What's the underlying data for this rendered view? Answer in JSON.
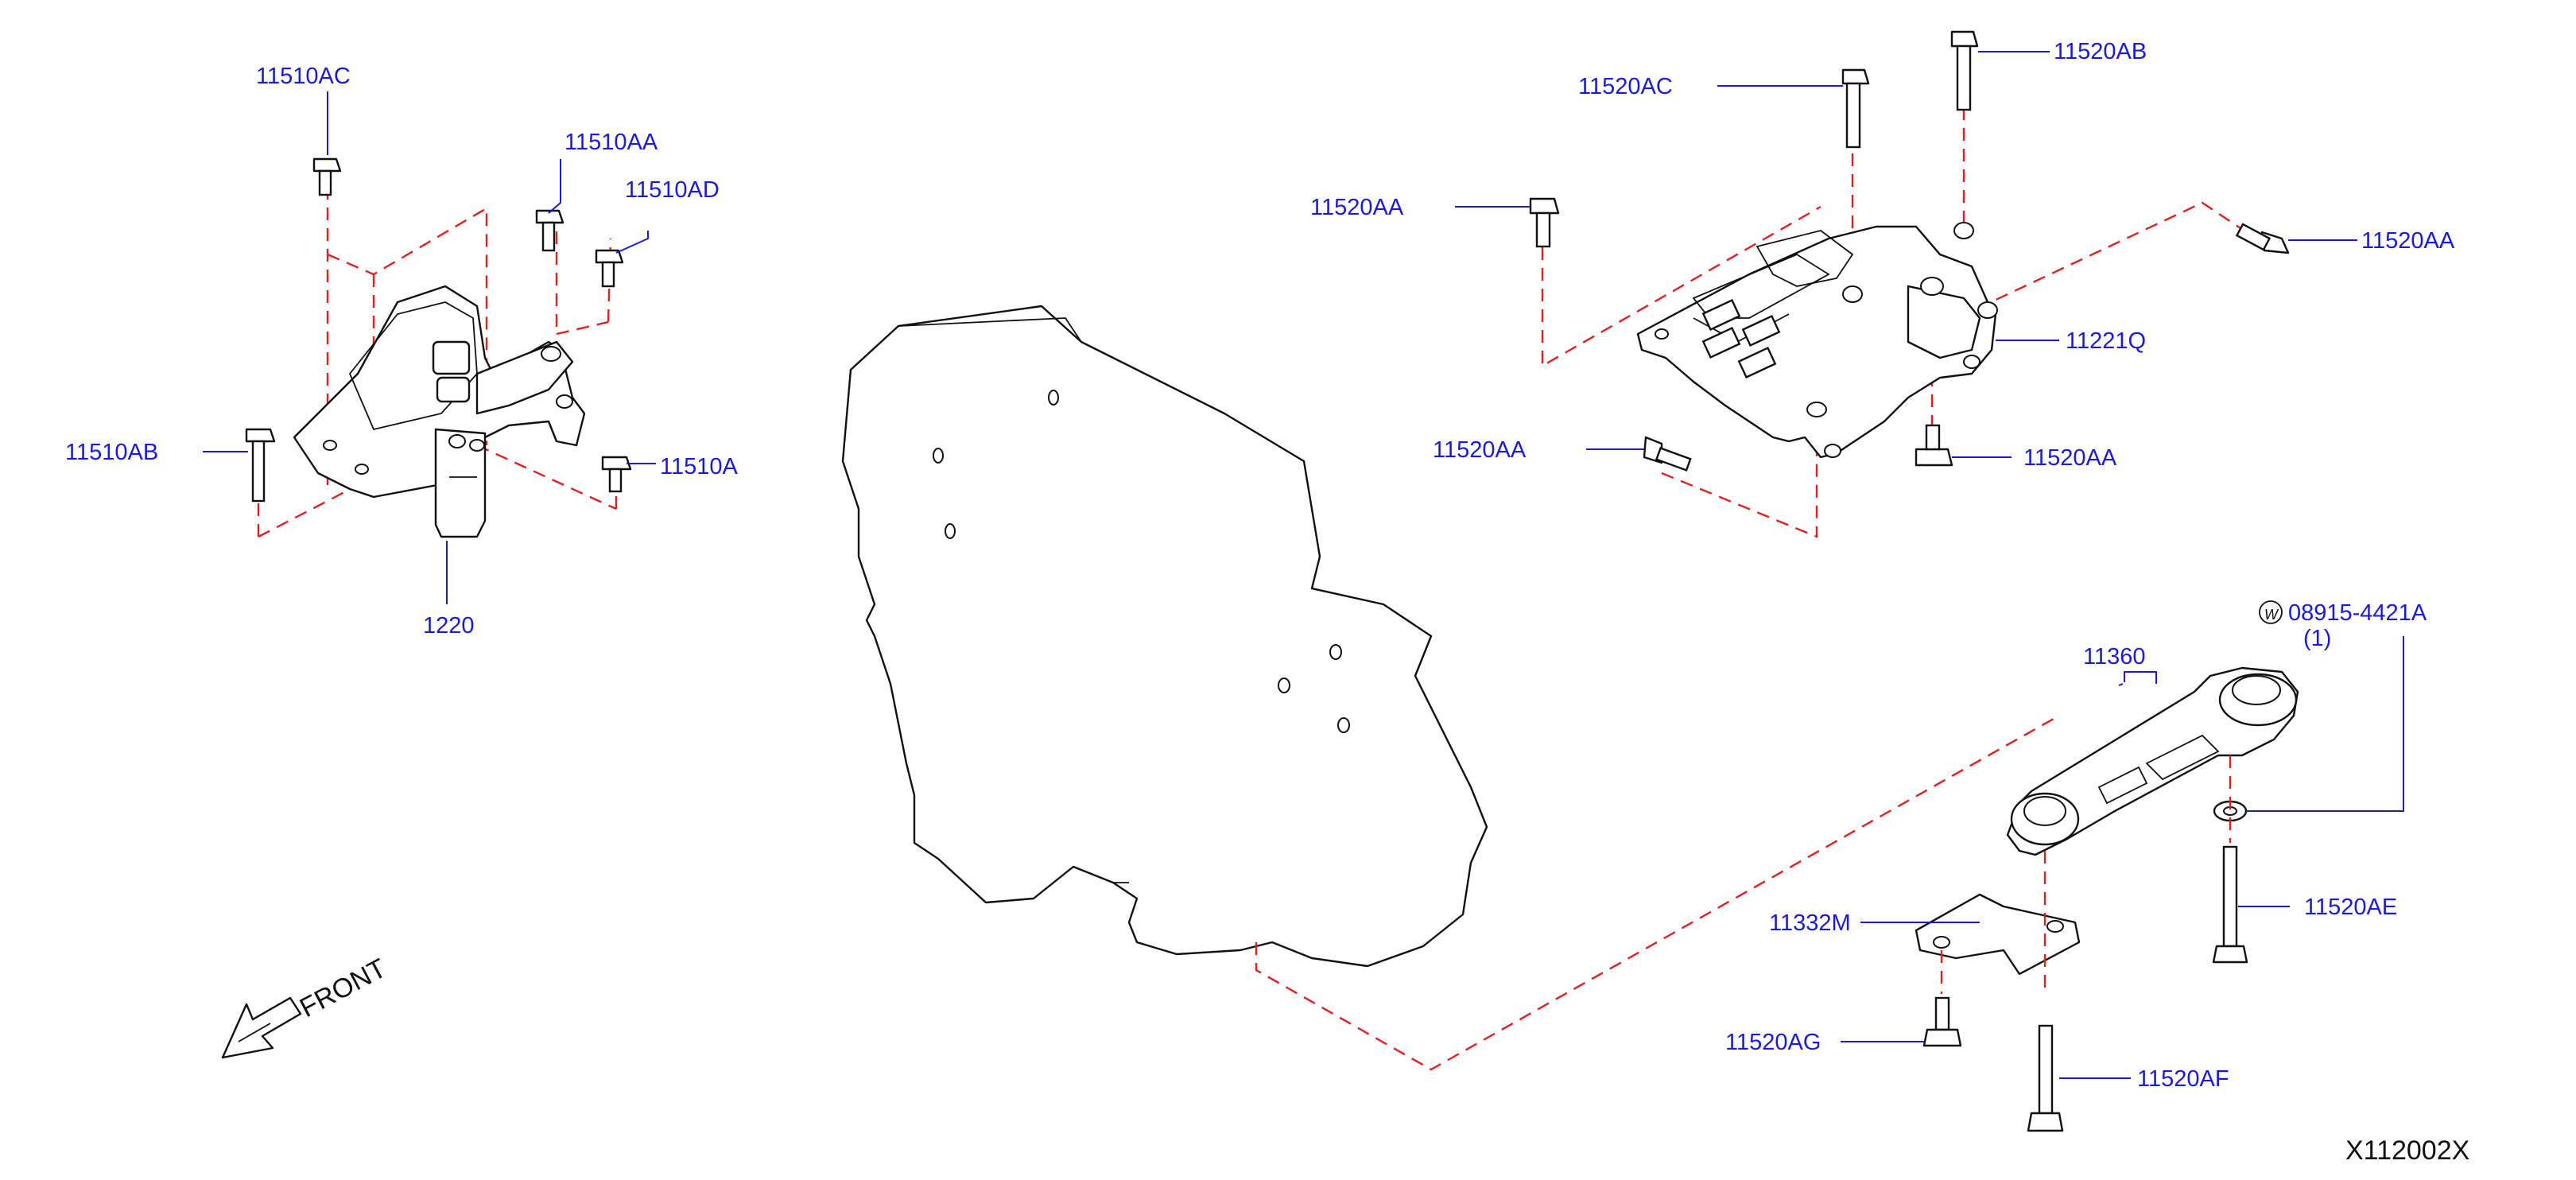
{
  "diagram": {
    "code": "X112002X",
    "front_label": "FRONT",
    "labels": {
      "p11510AC": "11510AC",
      "p11510AA": "11510AA",
      "p11510AD": "11510AD",
      "p11510AB": "11510AB",
      "p11510A": "11510A",
      "p1220": "1220",
      "p11520AC": "11520AC",
      "p11520AB": "11520AB",
      "p11520AA_a": "11520AA",
      "p11520AA_b": "11520AA",
      "p11520AA_c": "11520AA",
      "p11520AA_d": "11520AA",
      "p11221Q": "11221Q",
      "p08915": "08915-4421A",
      "p08915_qty": "(1)",
      "p11360": "11360",
      "p11332M": "11332M",
      "p11520AE": "11520AE",
      "p11520AG": "11520AG",
      "p11520AF": "11520AF"
    },
    "icons": {
      "washer_symbol": "W"
    }
  }
}
